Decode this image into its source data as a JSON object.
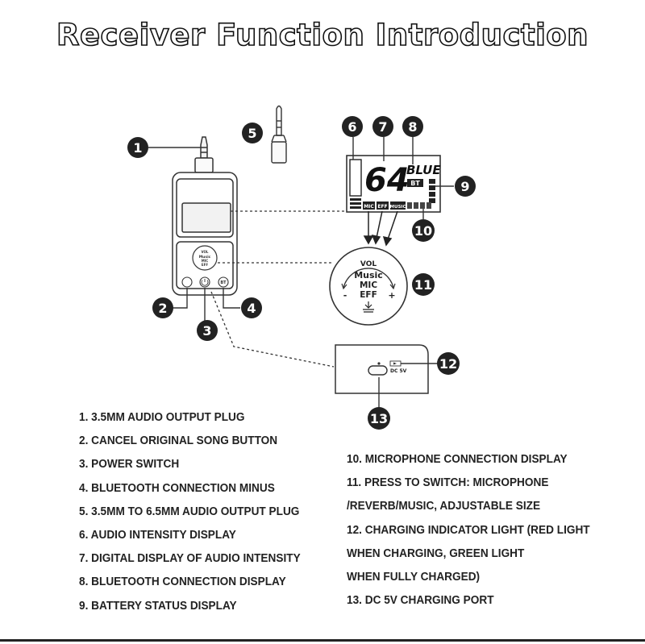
{
  "title": "Receiver Function Introduction",
  "callouts": [
    "1",
    "2",
    "3",
    "4",
    "5",
    "6",
    "7",
    "8",
    "9",
    "10",
    "11",
    "12",
    "13"
  ],
  "lcd": {
    "number": "64",
    "bt_word": "BLUE",
    "bt_tag": "BT",
    "mic": "MIC",
    "eff": "EFF",
    "music": "MUSIC"
  },
  "knob": {
    "vol": "VOL",
    "music": "Music",
    "mic": "MIC",
    "eff": "EFF",
    "minus": "-",
    "plus": "+"
  },
  "device_knob": {
    "vol": "VOL",
    "music": "Music",
    "mic": "MIC",
    "eff": "EFF"
  },
  "buttons": {
    "bt": "BT"
  },
  "dc_label": "DC 5V",
  "legend_left": [
    "1. 3.5MM AUDIO OUTPUT PLUG",
    "2. CANCEL ORIGINAL SONG BUTTON",
    "3. POWER SWITCH",
    "4. BLUETOOTH CONNECTION MINUS",
    "5. 3.5MM TO 6.5MM AUDIO OUTPUT PLUG",
    "6. AUDIO INTENSITY DISPLAY",
    "7. DIGITAL DISPLAY OF AUDIO INTENSITY",
    "8. BLUETOOTH CONNECTION DISPLAY",
    "9. BATTERY STATUS DISPLAY"
  ],
  "legend_right": [
    "10. MICROPHONE CONNECTION DISPLAY",
    "11. PRESS TO SWITCH: MICROPHONE",
    "/REVERB/MUSIC, ADJUSTABLE SIZE",
    "12. CHARGING INDICATOR LIGHT (RED LIGHT",
    "WHEN CHARGING, GREEN LIGHT",
    "WHEN FULLY CHARGED)",
    "13. DC 5V CHARGING PORT"
  ]
}
